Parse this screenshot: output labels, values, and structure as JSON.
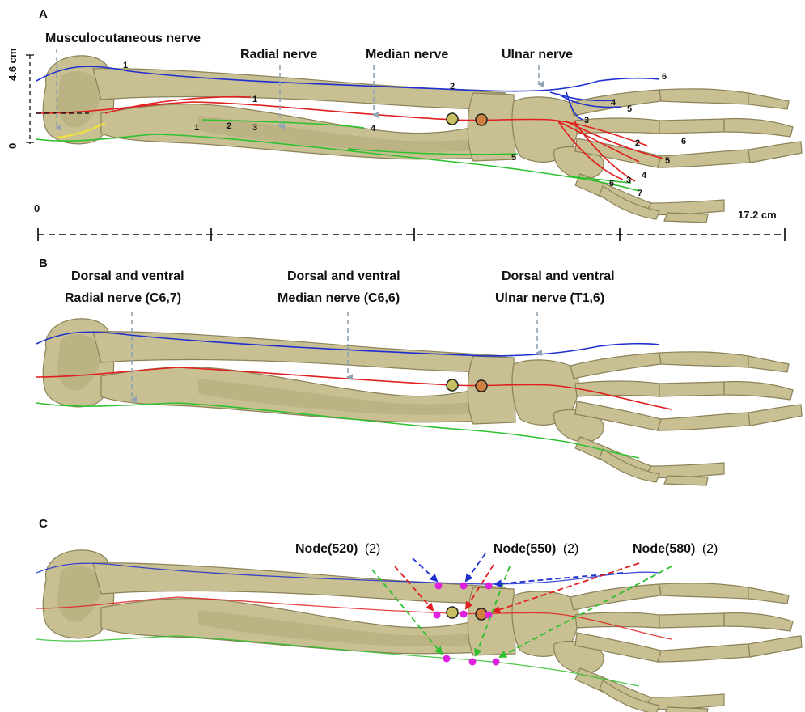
{
  "panels": {
    "a": {
      "letter": "A",
      "nerve_labels": {
        "musculocutaneous": "Musculocutaneous nerve",
        "radial": "Radial nerve",
        "median": "Median nerve",
        "ulnar": "Ulnar nerve"
      },
      "axis": {
        "y_top": "4.6 cm",
        "y_zero": "0",
        "x_zero": "0",
        "x_end": "17.2 cm"
      },
      "branch_numbers": {
        "blue": [
          "1",
          "2",
          "4",
          "5",
          "6"
        ],
        "red": [
          "1",
          "2",
          "3",
          "5",
          "6"
        ],
        "green": [
          "1",
          "2",
          "3",
          "4",
          "5",
          "6",
          "7"
        ],
        "extra": [
          "3",
          "4"
        ]
      }
    },
    "b": {
      "letter": "B",
      "labels": [
        {
          "line1": "Dorsal and ventral",
          "line2": "Radial nerve (C6,7)"
        },
        {
          "line1": "Dorsal and ventral",
          "line2": "Median nerve (C6,6)"
        },
        {
          "line1": "Dorsal and ventral",
          "line2": "Ulnar nerve (T1,6)"
        }
      ]
    },
    "c": {
      "letter": "C",
      "nodes": [
        {
          "name": "Node(520)",
          "count": "(2)"
        },
        {
          "name": "Node(550)",
          "count": "(2)"
        },
        {
          "name": "Node(580)",
          "count": "(2)"
        }
      ]
    }
  },
  "colors": {
    "ulnar_nerve": "#1f2fd0",
    "median_nerve": "#e02020",
    "radial_nerve": "#2ec02e",
    "musculocutaneous_nerve": "#f0e040",
    "bone": "#c8bf92",
    "node_marker": "#e020e0",
    "arrow": "#90a4b4"
  },
  "icons": {
    "callout_arrow": "dashed-down-arrow",
    "joint_marker": "circle-marker",
    "node_marker": "magenta-dot"
  }
}
